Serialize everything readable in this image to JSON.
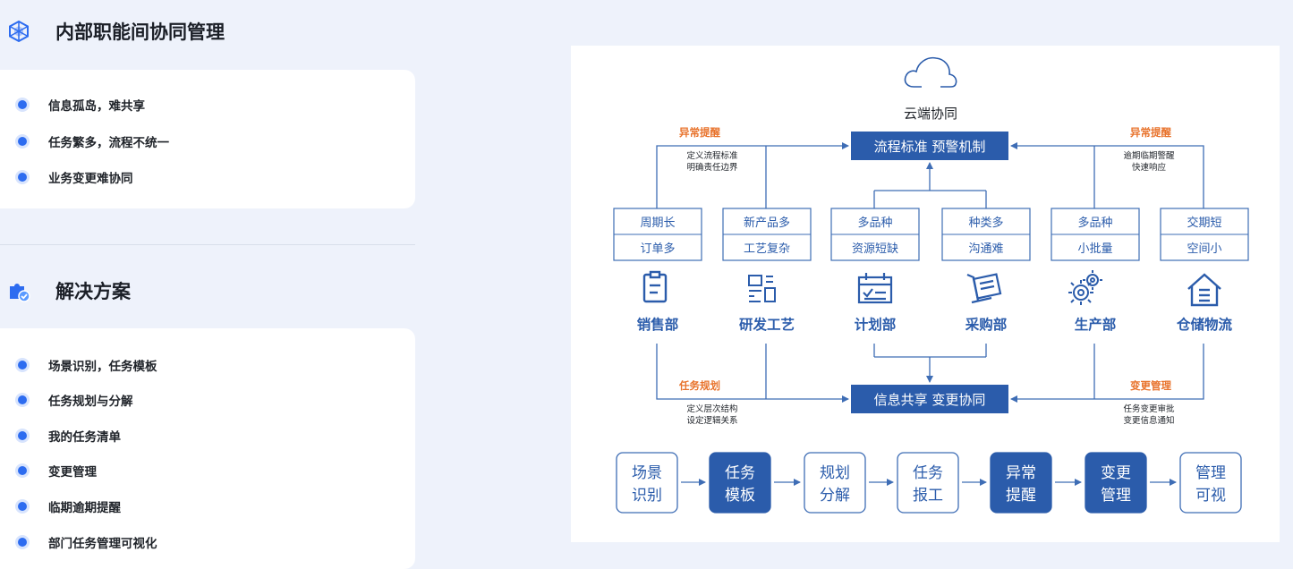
{
  "left": {
    "section1": {
      "title": "内部职能间协同管理",
      "items": [
        "信息孤岛，难共享",
        "任务繁多，流程不统一",
        "业务变更难协同"
      ]
    },
    "section2": {
      "title": "解决方案",
      "items": [
        "场景识别，任务模板",
        "任务规划与分解",
        "我的任务清单",
        "变更管理",
        "临期逾期提醒",
        "部门任务管理可视化"
      ]
    }
  },
  "diagram": {
    "cloud_label": "云端协同",
    "top_box": "流程标准 预警机制",
    "bottom_box": "信息共享 变更协同",
    "left_top_tag": "异常提醒",
    "left_top_notes": [
      "定义流程标准",
      "明确责任边界"
    ],
    "right_top_tag": "异常提醒",
    "right_top_notes": [
      "逾期临期警醒",
      "快速响应"
    ],
    "left_bottom_tag": "任务规划",
    "left_bottom_notes": [
      "定义层次结构",
      "设定逻辑关系"
    ],
    "right_bottom_tag": "变更管理",
    "right_bottom_notes": [
      "任务变更审批",
      "变更信息通知"
    ],
    "depts": [
      {
        "top": "周期长",
        "bottom": "订单多",
        "name": "销售部",
        "icon": "clipboard-icon"
      },
      {
        "top": "新产品多",
        "bottom": "工艺复杂",
        "name": "研发工艺",
        "icon": "layout-icon"
      },
      {
        "top": "多品种",
        "bottom": "资源短缺",
        "name": "计划部",
        "icon": "calendar-icon"
      },
      {
        "top": "种类多",
        "bottom": "沟通难",
        "name": "采购部",
        "icon": "cart-icon"
      },
      {
        "top": "多品种",
        "bottom": "小批量",
        "name": "生产部",
        "icon": "gears-icon"
      },
      {
        "top": "交期短",
        "bottom": "空间小",
        "name": "仓储物流",
        "icon": "warehouse-icon"
      }
    ],
    "flow": [
      {
        "l1": "场景",
        "l2": "识别",
        "filled": false
      },
      {
        "l1": "任务",
        "l2": "模板",
        "filled": true
      },
      {
        "l1": "规划",
        "l2": "分解",
        "filled": false
      },
      {
        "l1": "任务",
        "l2": "报工",
        "filled": false
      },
      {
        "l1": "异常",
        "l2": "提醒",
        "filled": true
      },
      {
        "l1": "变更",
        "l2": "管理",
        "filled": true
      },
      {
        "l1": "管理",
        "l2": "可视",
        "filled": false
      }
    ],
    "colors": {
      "primary": "#2b5cab",
      "accent": "#e8732c",
      "line": "#3e6db5"
    }
  }
}
